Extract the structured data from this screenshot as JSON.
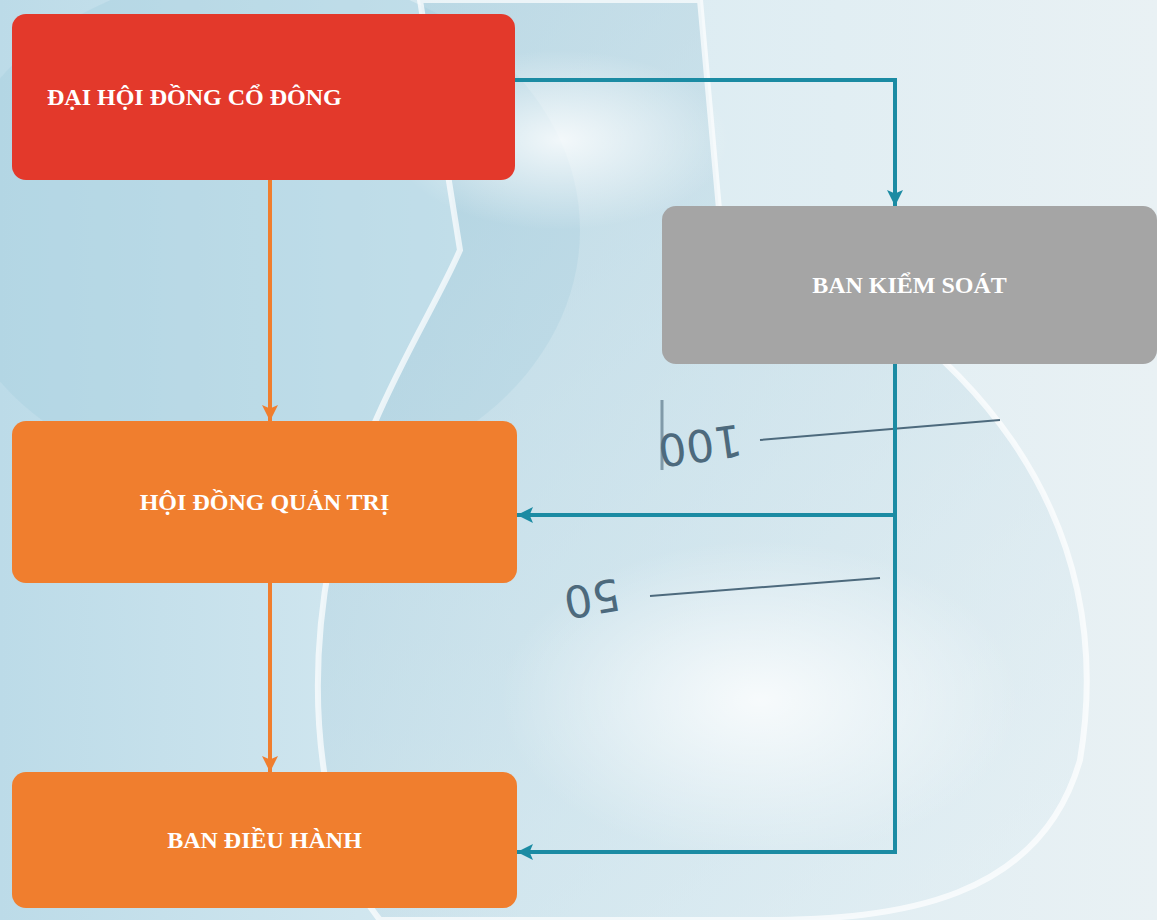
{
  "diagram": {
    "nodes": [
      {
        "text": [
          "ĐẠI HỘI ĐỒNG CỔ ĐÔNG"
        ]
      },
      {
        "text": [
          "BAN KIỂM SOÁT"
        ]
      },
      {
        "text": [
          "HỘI ĐỒNG QUẢN TRỊ"
        ]
      },
      {
        "text": [
          "BAN ĐIỀU HÀNH"
        ]
      }
    ],
    "edges": [
      {
        "from": 0,
        "to": 1,
        "arrow": "to"
      },
      {
        "from": 0,
        "to": 2,
        "arrow": "to"
      },
      {
        "from": 1,
        "to": 2,
        "arrow": "to"
      },
      {
        "from": 1,
        "to": 3,
        "arrow": "to"
      },
      {
        "from": 2,
        "to": 3,
        "arrow": "to"
      }
    ],
    "labels": [
      "100",
      "50"
    ]
  }
}
